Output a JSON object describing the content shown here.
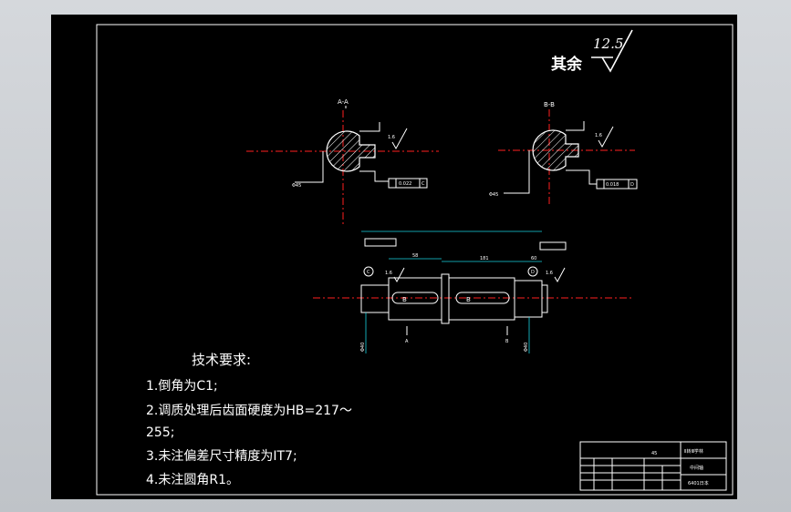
{
  "roughness": {
    "label": "其余",
    "value": "12.5"
  },
  "sections": {
    "aa": {
      "title": "A-A",
      "dia": "Φ45",
      "tol": "0.022",
      "datum": "C",
      "rough": "1.6"
    },
    "bb": {
      "title": "B-B",
      "dia": "Φ45",
      "tol": "0.018",
      "datum": "D",
      "rough": "1.6"
    }
  },
  "shaft": {
    "dims": [
      "58",
      "181",
      "60"
    ],
    "left_rough": "1.6",
    "right_rough": "1.6",
    "dia_left": "Φ40",
    "dia_right": "Φ40",
    "key_left": "B",
    "key_right": "B",
    "section_a": "A",
    "section_b": "B",
    "datum_left": "C",
    "datum_right": "D"
  },
  "tech": {
    "title": "技术要求:",
    "items": [
      "1.倒角为C1;",
      "2.调质处理后齿面硬度为HB=217～",
      "255;",
      "3.未注偏差尺寸精度为IT7;",
      "4.未注圆角R1。"
    ]
  },
  "title_block": {
    "material": "45",
    "cells": [
      "Ⅱ转Ⅲ学林",
      "中间轴",
      "6401日本"
    ]
  }
}
